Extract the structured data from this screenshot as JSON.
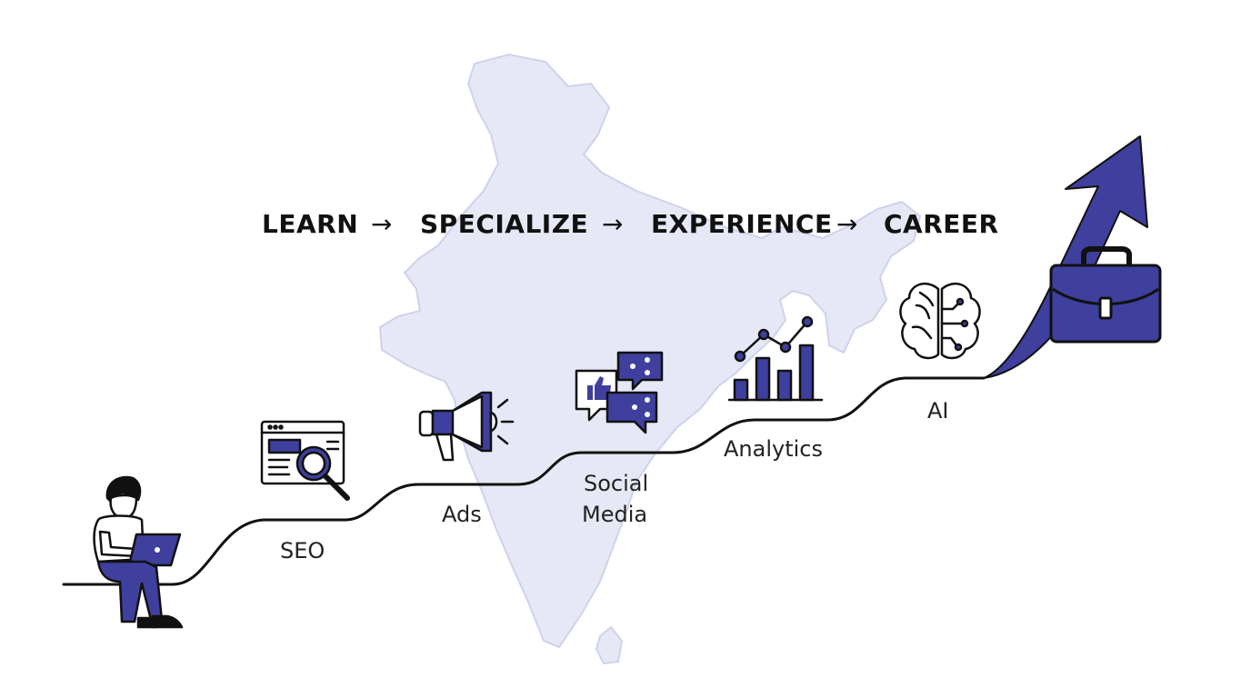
{
  "headline": {
    "step1": "LEARN",
    "arrow1": "→",
    "step2": "SPECIALIZE",
    "arrow2": "→",
    "step3": "EXPERIENCE",
    "arrow3": "→",
    "step4": "CAREER"
  },
  "milestones": {
    "seo": "SEO",
    "ads": "Ads",
    "social_line1": "Social",
    "social_line2": "Media",
    "analytics": "Analytics",
    "ai": "AI"
  },
  "icons": {
    "person": "person-with-laptop-icon",
    "seo": "browser-magnifier-icon",
    "ads": "megaphone-icon",
    "social": "chat-bubbles-share-like-icon",
    "analytics": "bar-chart-trend-icon",
    "ai": "brain-circuit-icon",
    "career": "briefcase-icon",
    "growth": "rising-arrow-icon"
  },
  "colors": {
    "accent": "#3f3f9e",
    "map": "#e6e8f5",
    "path": "#111111",
    "text": "#111111"
  }
}
